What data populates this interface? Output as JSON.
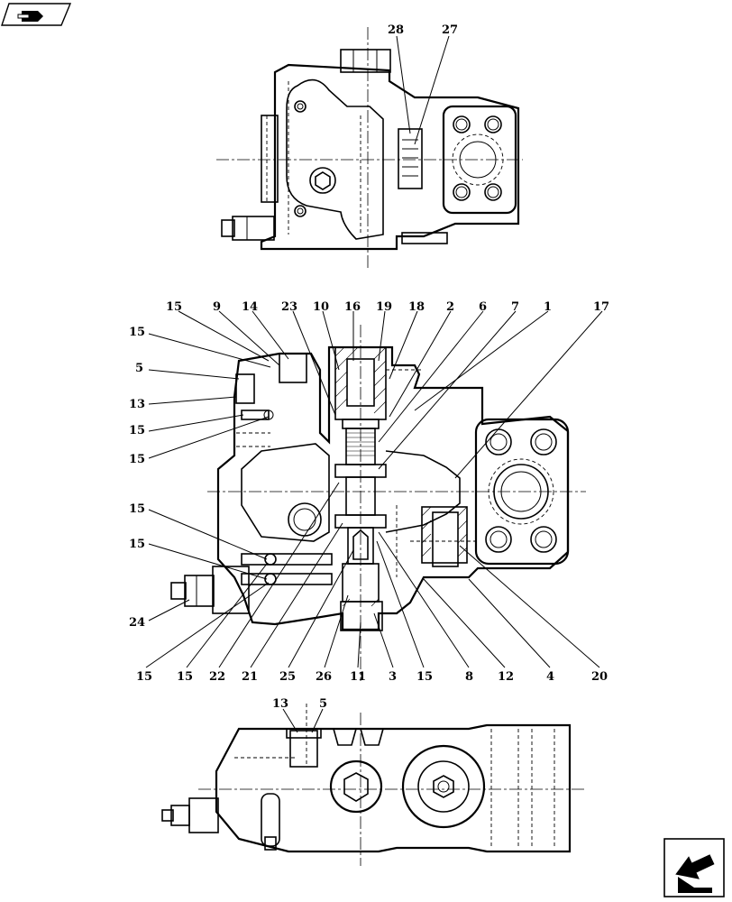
{
  "top_view": {
    "callouts": [
      {
        "id": "28",
        "text": "28"
      },
      {
        "id": "27",
        "text": "27"
      }
    ]
  },
  "section_view": {
    "callouts_top": [
      {
        "text": "15"
      },
      {
        "text": "9"
      },
      {
        "text": "14"
      },
      {
        "text": "23"
      },
      {
        "text": "10"
      },
      {
        "text": "16"
      },
      {
        "text": "19"
      },
      {
        "text": "18"
      },
      {
        "text": "2"
      },
      {
        "text": "6"
      },
      {
        "text": "7"
      },
      {
        "text": "1"
      },
      {
        "text": "17"
      }
    ],
    "callouts_left": [
      {
        "text": "15"
      },
      {
        "text": "5"
      },
      {
        "text": "13"
      },
      {
        "text": "15"
      },
      {
        "text": "15"
      },
      {
        "text": "15"
      },
      {
        "text": "15"
      },
      {
        "text": "24"
      }
    ],
    "callouts_bottom": [
      {
        "text": "15"
      },
      {
        "text": "15"
      },
      {
        "text": "22"
      },
      {
        "text": "21"
      },
      {
        "text": "25"
      },
      {
        "text": "26"
      },
      {
        "text": "11"
      },
      {
        "text": "3"
      },
      {
        "text": "15"
      },
      {
        "text": "8"
      },
      {
        "text": "12"
      },
      {
        "text": "4"
      },
      {
        "text": "20"
      }
    ]
  },
  "bottom_view": {
    "callouts": [
      {
        "text": "13"
      },
      {
        "text": "5"
      }
    ]
  },
  "nav": {
    "prev_icon": "arrow-left-icon",
    "next_icon": "arrow-right-icon"
  }
}
